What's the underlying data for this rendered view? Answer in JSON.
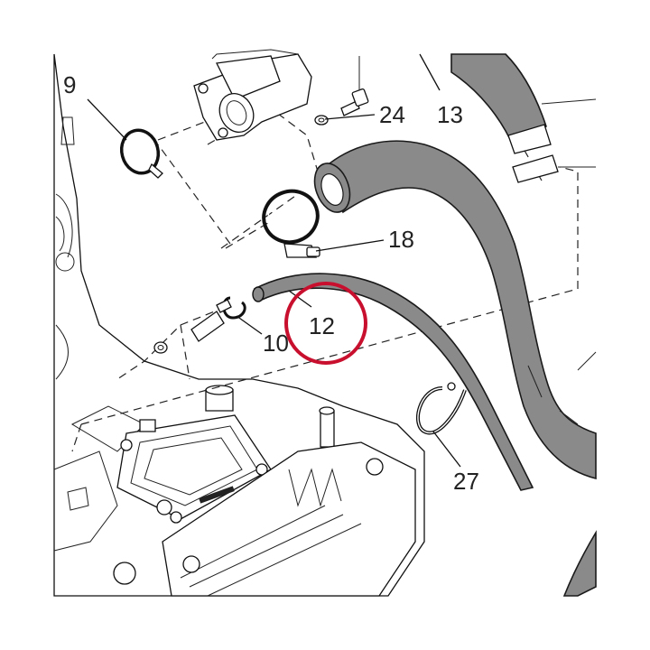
{
  "callouts": {
    "c9": "9",
    "c13": "13",
    "c24": "24",
    "c18": "18",
    "c12": "12",
    "c10": "10",
    "c27": "27"
  },
  "highlight": {
    "part": "12",
    "color": "#c8102e"
  },
  "colors": {
    "hose_fill": "#8a8a8a",
    "line": "#111111",
    "background": "#ffffff"
  }
}
